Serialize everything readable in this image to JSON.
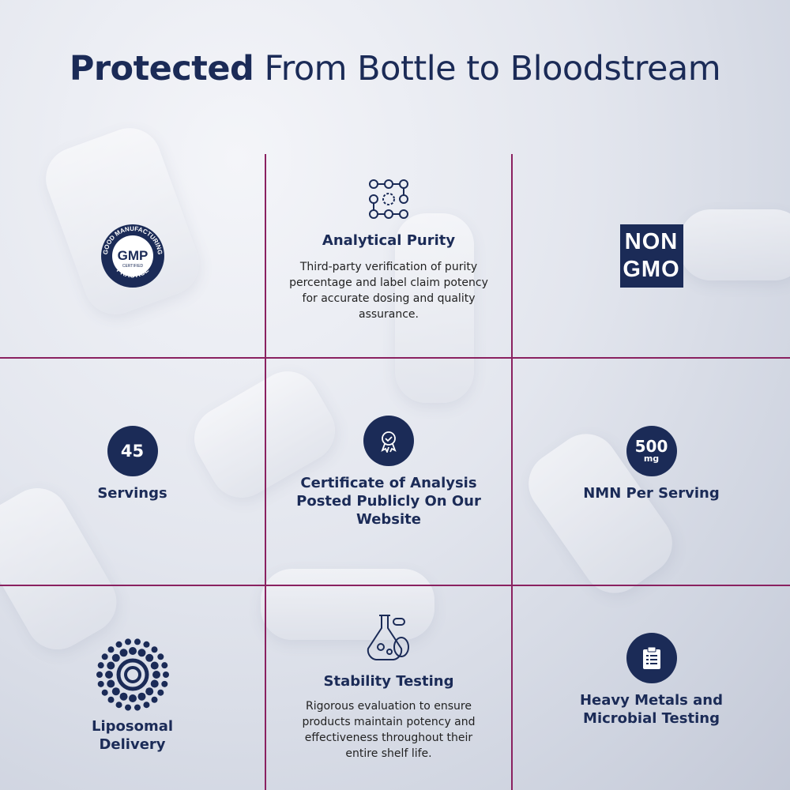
{
  "title": {
    "bold": "Protected",
    "rest": " From Bottle to Bloodstream"
  },
  "colors": {
    "navy": "#1b2b57",
    "divider": "#8a2160"
  },
  "badges": {
    "gmp_top": "GOOD MANUFACTURING",
    "gmp_main": "GMP",
    "gmp_certified": "CERTIFIED",
    "gmp_bottom": "PRACTICE",
    "nongmo_1": "NON",
    "nongmo_2": "GMO"
  },
  "cells": {
    "analytical": {
      "title": "Analytical Purity",
      "desc": "Third-party verification of purity percentage and label claim potency for accurate dosing and quality assurance.",
      "icon": "process-check-icon"
    },
    "servings": {
      "number": "45",
      "label": "Servings"
    },
    "coa": {
      "title": "Certificate of Analysis Posted Publicly On Our Website",
      "icon": "award-badge-icon"
    },
    "nmn": {
      "number": "500",
      "unit": "mg",
      "label": "NMN Per Serving"
    },
    "liposomal": {
      "title": "Liposomal Delivery",
      "icon": "liposome-icon"
    },
    "stability": {
      "title": "Stability Testing",
      "desc": "Rigorous evaluation to ensure products maintain potency and effectiveness throughout their entire shelf life.",
      "icon": "flask-icon"
    },
    "metals": {
      "title": "Heavy Metals and Microbial Testing",
      "icon": "clipboard-icon"
    }
  }
}
